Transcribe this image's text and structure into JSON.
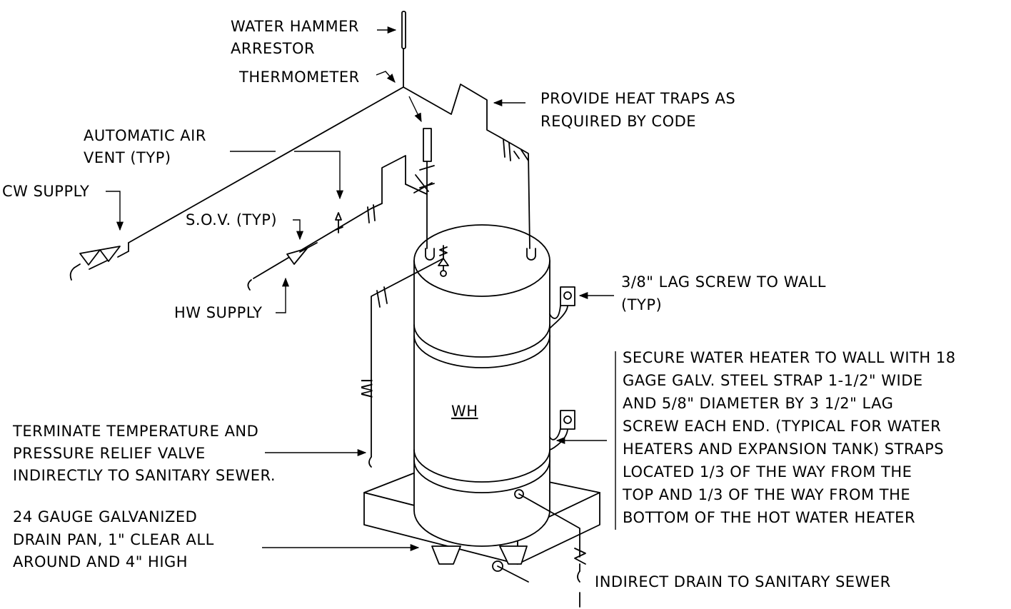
{
  "labels": {
    "water_hammer_1": "WATER HAMMER",
    "water_hammer_2": "ARRESTOR",
    "thermometer": "THERMOMETER",
    "heat_traps_1": "PROVIDE HEAT TRAPS AS",
    "heat_traps_2": "REQUIRED BY CODE",
    "air_vent_1": "AUTOMATIC AIR",
    "air_vent_2": "VENT (TYP)",
    "cw_supply": "CW SUPPLY",
    "sov": "S.O.V. (TYP)",
    "hw_supply": "HW SUPPLY",
    "lag_screw_1": "3/8\" LAG SCREW TO WALL",
    "lag_screw_2": "(TYP)",
    "iw": "IW",
    "wh": "WH",
    "secure_1": "SECURE WATER HEATER TO WALL WITH 18",
    "secure_2": "GAGE GALV. STEEL STRAP 1-1/2\" WIDE",
    "secure_3": "AND 5/8\" DIAMETER BY 3 1/2\" LAG",
    "secure_4": "SCREW EACH END. (TYPICAL FOR WATER",
    "secure_5": "HEATERS AND EXPANSION TANK) STRAPS",
    "secure_6": "LOCATED 1/3 OF THE WAY FROM THE",
    "secure_7": "TOP AND 1/3 OF THE WAY FROM THE",
    "secure_8": "BOTTOM OF THE HOT WATER HEATER",
    "terminate_1": "TERMINATE TEMPERATURE AND",
    "terminate_2": "PRESSURE RELIEF VALVE",
    "terminate_3": "INDIRECTLY TO SANITARY SEWER.",
    "drain_pan_1": "24 GAUGE GALVANIZED",
    "drain_pan_2": "DRAIN PAN, 1\" CLEAR ALL",
    "drain_pan_3": "AROUND AND 4\" HIGH",
    "indirect_drain": "INDIRECT DRAIN TO SANITARY SEWER"
  }
}
